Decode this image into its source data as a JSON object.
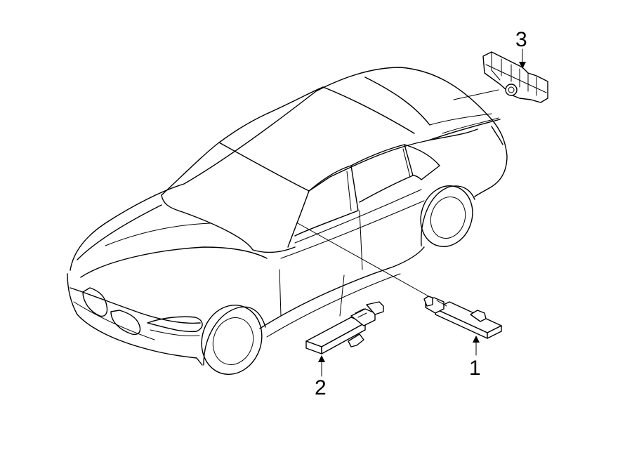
{
  "callouts": [
    {
      "number": "1",
      "part": "sensor-module-right"
    },
    {
      "number": "2",
      "part": "sensor-module-left"
    },
    {
      "number": "3",
      "part": "rear-sensor-bracket"
    }
  ],
  "colors": {
    "line": "#000000",
    "background": "#ffffff"
  }
}
